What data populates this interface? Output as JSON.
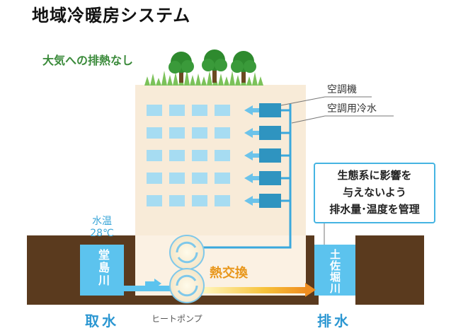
{
  "title": "地域冷暖房システム",
  "no_heat_label": "大気への排熱なし",
  "callouts": {
    "ac_unit": "空調機",
    "ac_water": "空調用冷水"
  },
  "eco_box": {
    "lines": [
      "生態系に影響を",
      "与えないよう",
      "排水量･温度を管理"
    ]
  },
  "water_temp": {
    "label": "水温",
    "value": "28℃"
  },
  "rivers": {
    "left": "堂島川",
    "right": "土佐堀川"
  },
  "heat_exchange_label": "熱交換",
  "heat_pump_label": "ヒートポンプ",
  "intake_label": "取水",
  "discharge_label": "排水",
  "colors": {
    "building": "#f8ebd8",
    "ground": "#5a3a1e",
    "water": "#5cc3ee",
    "window": "#a6dcf2",
    "ac_unit": "#2f94c0",
    "pipe": "#3aa8dd",
    "arrow_hot": "#f2a12a",
    "tree": "#2e8a2e",
    "accent_text": "#e8961a"
  }
}
